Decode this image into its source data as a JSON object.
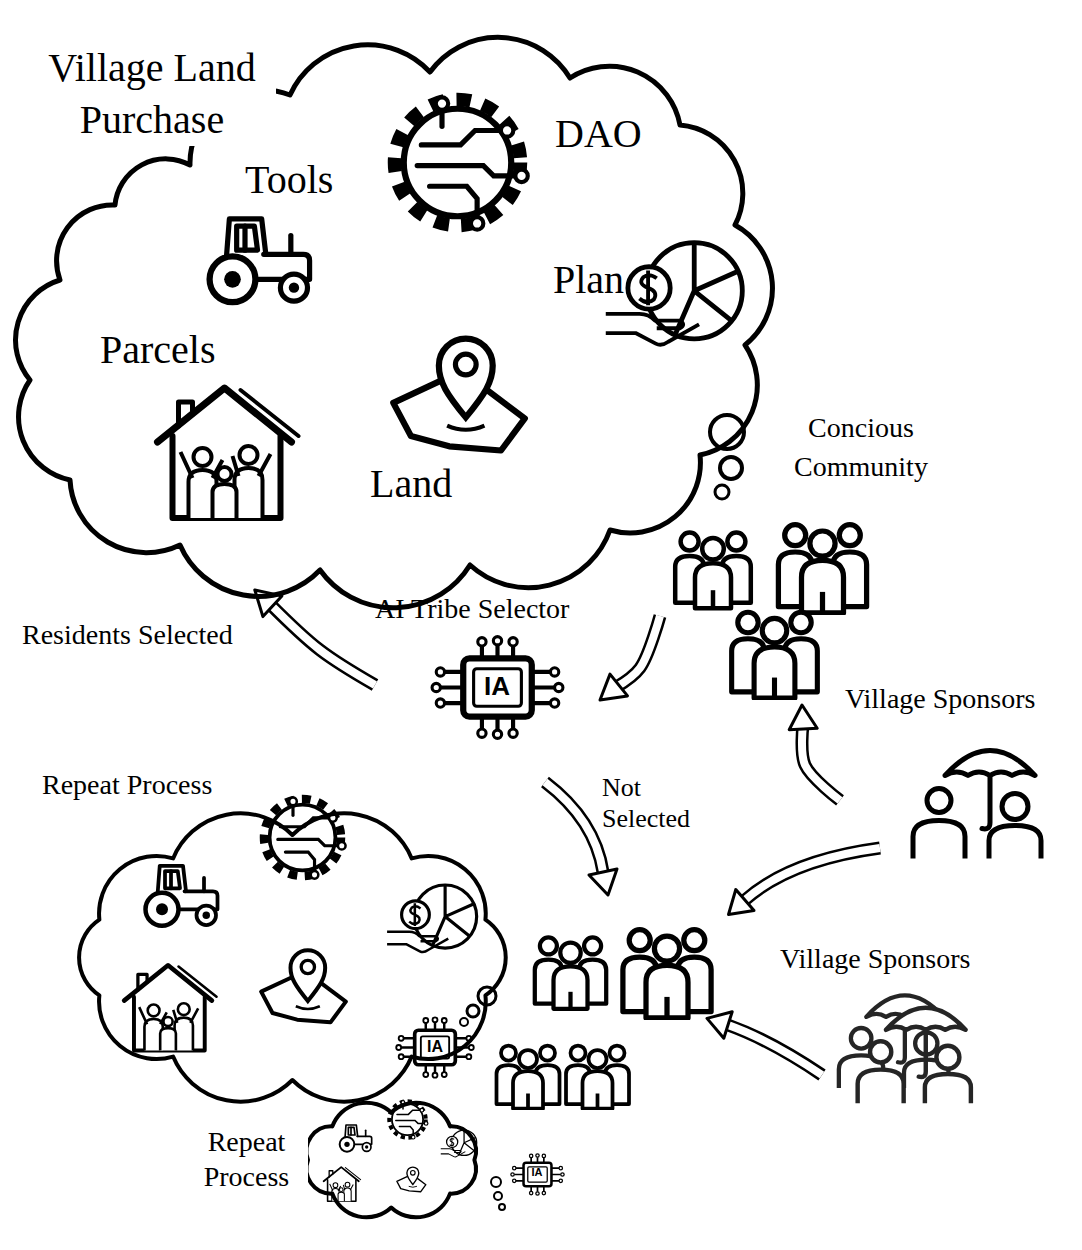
{
  "diagram": {
    "nodes": [
      {
        "text": [
          "Village Land Purchase"
        ]
      },
      {
        "text": [
          "Concious Community"
        ]
      },
      {
        "text": [
          "AI Tribe Selector",
          "IA"
        ]
      },
      {
        "text": [
          "Village Sponsors"
        ]
      },
      {
        "text": [
          "Repeat Process"
        ]
      },
      {
        "text": [
          "Village Sponsors"
        ]
      },
      {
        "text": [
          "Repeat Process"
        ]
      }
    ],
    "edges": [
      {
        "from": 2,
        "to": 0,
        "arrow": "to",
        "label": "Residents Selected"
      },
      {
        "from": 1,
        "to": 2,
        "arrow": "to"
      },
      {
        "from": 3,
        "to": 1,
        "arrow": "to"
      }
    ],
    "labels": [
      "Tools",
      "DAO",
      "Plan",
      "Parcels",
      "Land",
      "Not Selected",
      "IA",
      "IA"
    ]
  }
}
